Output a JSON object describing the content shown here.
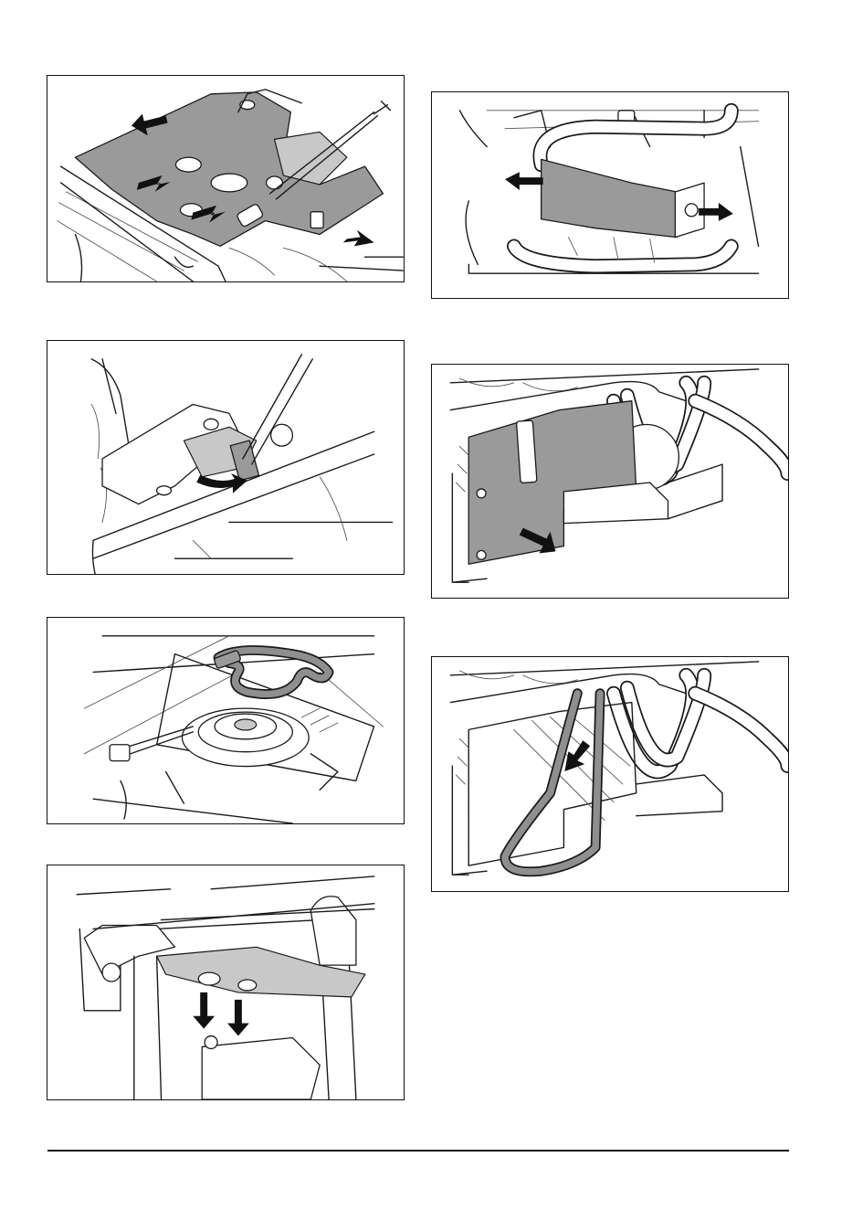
{
  "figures": [
    {
      "id": "fig-1",
      "subject": "top-cover-removal",
      "arrows": 4
    },
    {
      "id": "fig-2",
      "subject": "tensioner-lever",
      "arrows": 1
    },
    {
      "id": "fig-3",
      "subject": "pulley-belt-view",
      "arrows": 0
    },
    {
      "id": "fig-4",
      "subject": "bracket-screws-down",
      "arrows": 2
    },
    {
      "id": "fig-5",
      "subject": "belt-guard-removal",
      "arrows": 2
    },
    {
      "id": "fig-6",
      "subject": "side-plate-removal",
      "arrows": 1
    },
    {
      "id": "fig-7",
      "subject": "belt-removal",
      "arrows": 1
    }
  ],
  "colors": {
    "line": "#1a1a1a",
    "part_highlight": "#9a9a9a",
    "part_light": "#c8c8c8",
    "background": "#ffffff",
    "footer_rule": "#111111"
  },
  "icons": {
    "arrow": "double-headed-motion-arrow",
    "callout": "circle-callout"
  }
}
